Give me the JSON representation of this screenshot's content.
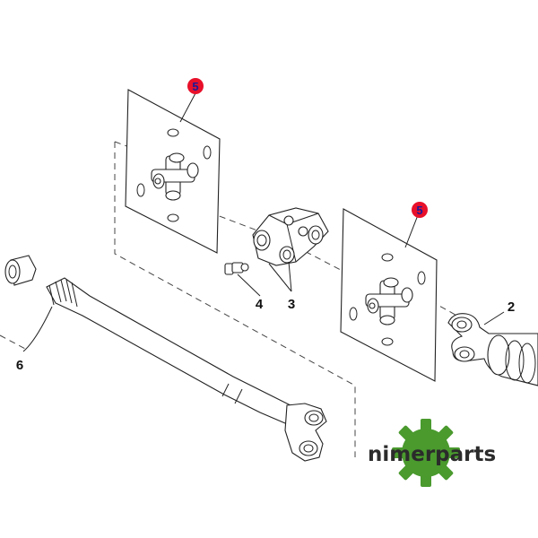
{
  "colors": {
    "badge_fill": "#e8102a",
    "badge_text": "#1a1a9a",
    "logo_green": "#4a9a2e",
    "line": "#222222"
  },
  "callouts": {
    "kit_top": "5",
    "kit_right": "5",
    "yoke_right": "2",
    "coupler": "3",
    "grease_fitting": "4",
    "axle_shaft": "6"
  },
  "logo": {
    "text": "nimerparts",
    "icon": "gear-icon"
  }
}
